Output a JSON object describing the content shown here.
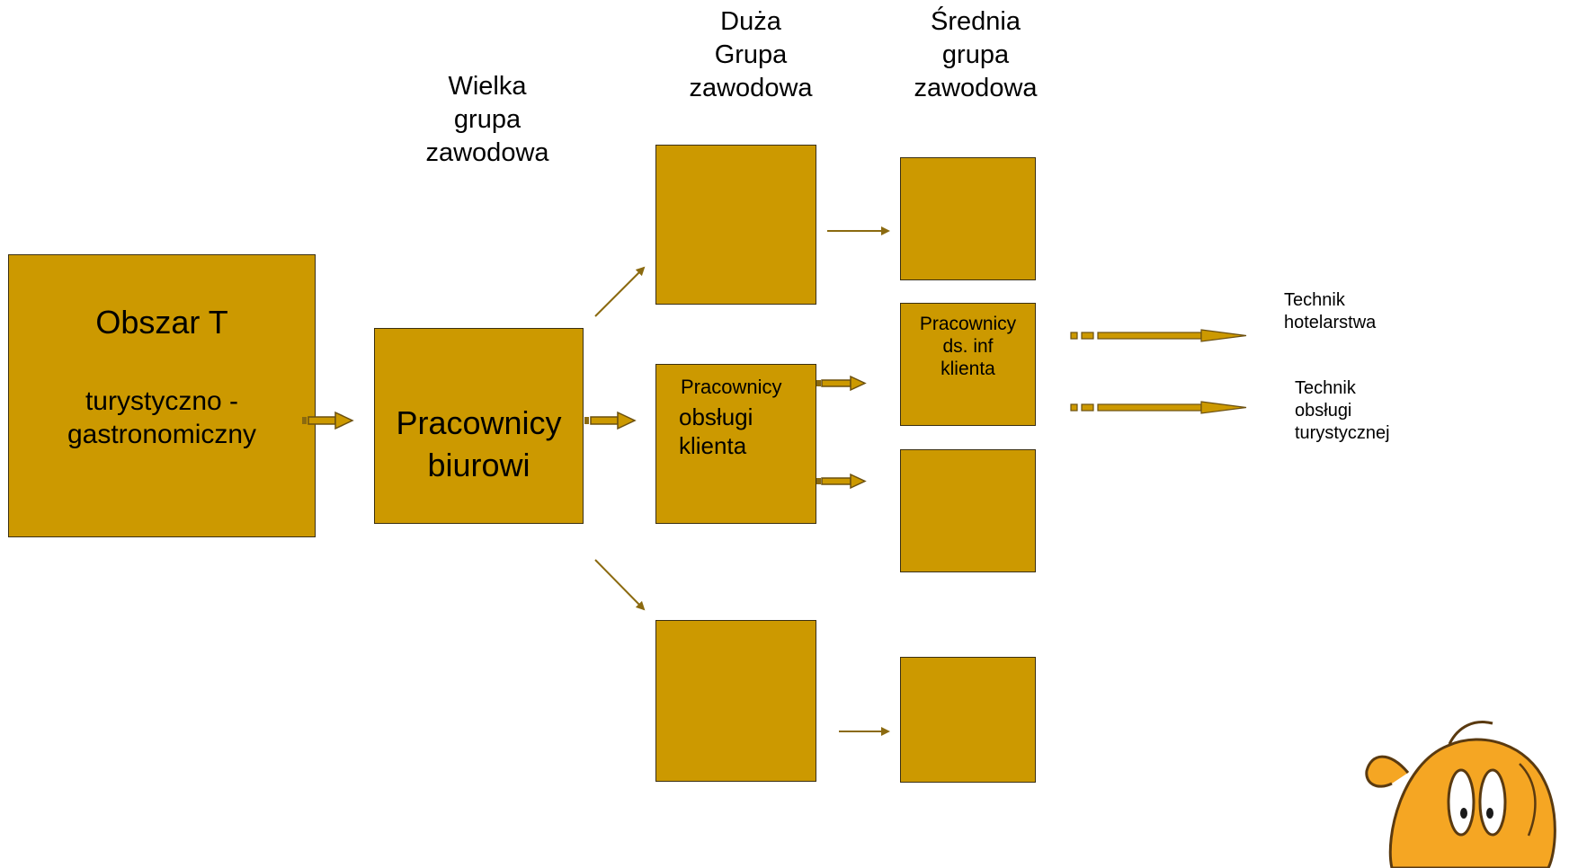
{
  "headers": {
    "wielka": "Wielka\ngrupa\nzawodowa",
    "duza": "Duża\nGrupa\nzawodowa",
    "srednia": "Średnia\ngrupa\nzawodowa"
  },
  "boxes": {
    "obszar_title": "Obszar T",
    "obszar_sub": "turystyczno -\ngastronomiczny",
    "pracownicy_biurowi": "Pracownicy\nbiurowi",
    "obslugi_klienta_top": "Pracownicy",
    "obslugi_klienta_rest": "obsługi\nklienta",
    "ds_inf_klienta": "Pracownicy\nds. inf\nklienta"
  },
  "outcomes": {
    "hotelarstwa": "Technik\nhotelarstwa",
    "obslugi_turystycznej": "Technik\nobsługi\nturystycznej"
  },
  "colors": {
    "box_fill": "#cc9900",
    "arrow": "#8b6a10",
    "mascot": "#f5a623"
  }
}
